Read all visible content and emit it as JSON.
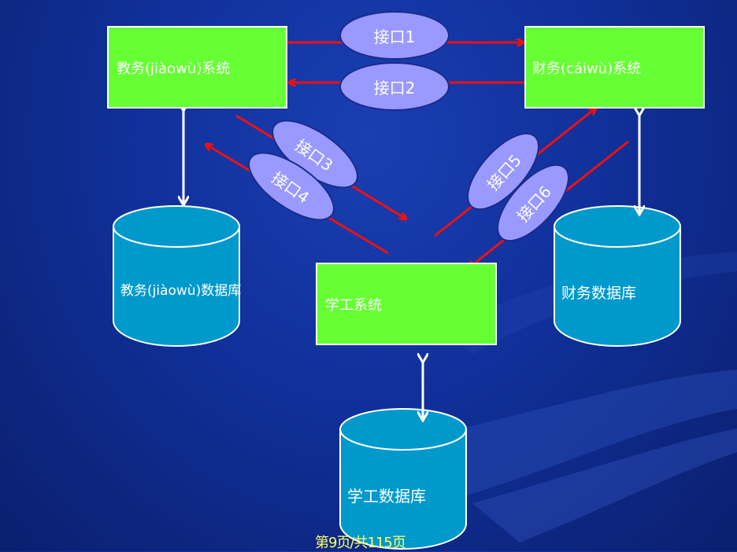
{
  "systems": {
    "jiaowu": "教务(jiàowù)系统",
    "caiwu": "财务(cáiwù)系统",
    "xuegong": "学工系统"
  },
  "databases": {
    "jiaowu": "教务(jiàowù)数据库",
    "caiwu": "财务数据库",
    "xuegong": "学工数据库"
  },
  "interfaces": [
    "接口1",
    "接口2",
    "接口3",
    "接口4",
    "接口5",
    "接口6"
  ],
  "footer": "第9页/共115页",
  "colors": {
    "system_box": "#66ff33",
    "database": "#0099cc",
    "interface": "#9999ff",
    "arrow_red": "#ee1111",
    "arrow_white": "#ffffff"
  }
}
